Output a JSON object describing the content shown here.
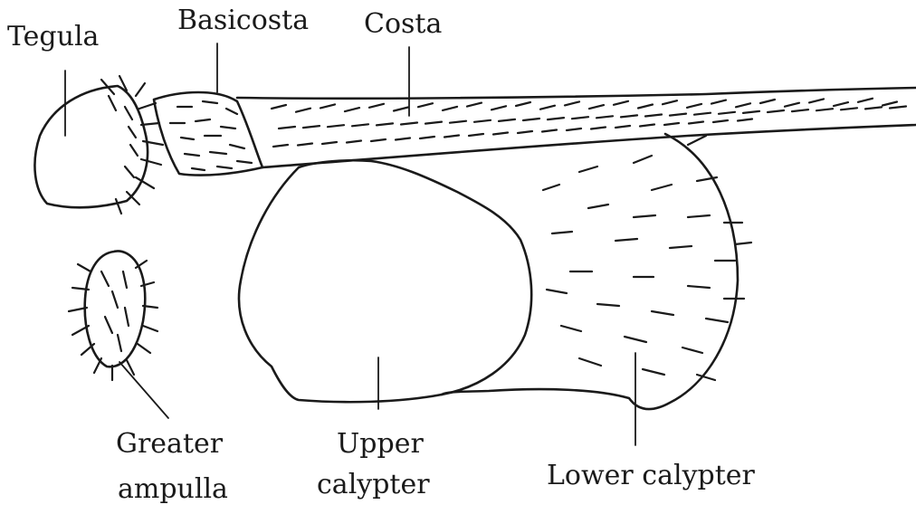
{
  "labels": {
    "tegula": "Tegula",
    "basicosta": "Basicosta",
    "costa": "Costa",
    "greater_ampulla_line1": "Greater",
    "greater_ampulla_line2": "ampulla",
    "upper_calypter_line1": "Upper",
    "upper_calypter_line2": "calypter",
    "lower_calypter": "Lower calypter"
  },
  "colors": {
    "ink": "#1a1a1a",
    "background": "#ffffff"
  }
}
